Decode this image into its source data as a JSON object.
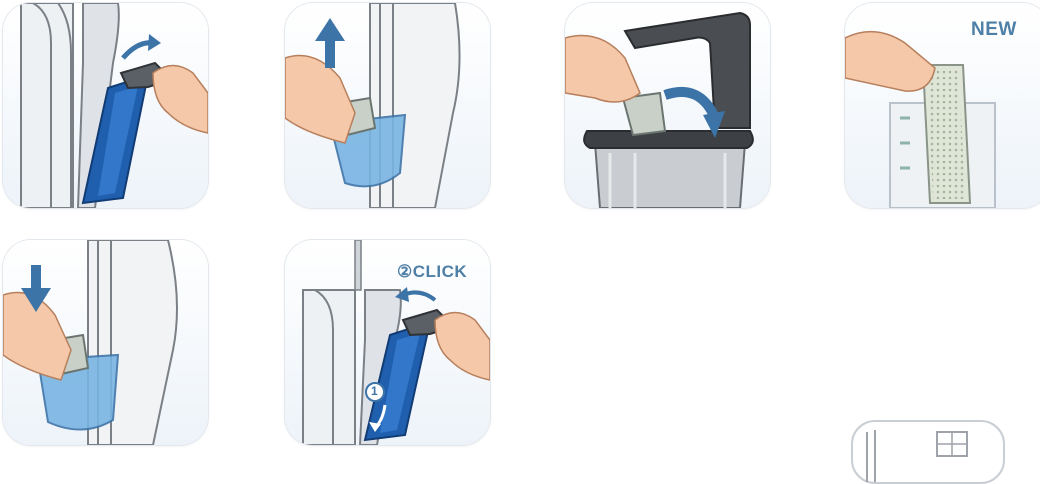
{
  "steps": {
    "step4": {
      "label": "NEW"
    },
    "step6": {
      "label": "②CLICK",
      "circle_number": "1"
    }
  },
  "colors": {
    "accent_blue": "#4e7fa6",
    "arrow_blue": "#3d74a8",
    "filter_blue": "#1f5fae",
    "appliance_grey": "#dfe3e7",
    "trash_lid": "#4a4d52",
    "skin": "#f4c8a8"
  }
}
